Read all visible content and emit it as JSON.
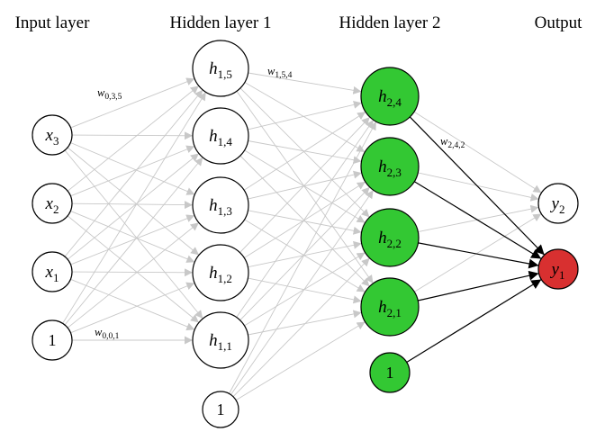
{
  "layer_titles": {
    "input": "Input layer",
    "hidden1": "Hidden layer 1",
    "hidden2": "Hidden layer 2",
    "output": "Output"
  },
  "nodes": {
    "input": [
      {
        "var": "x",
        "sub": "3"
      },
      {
        "var": "x",
        "sub": "2"
      },
      {
        "var": "x",
        "sub": "1"
      },
      {
        "var": "",
        "sub": "",
        "const": "1"
      }
    ],
    "hidden1": [
      {
        "var": "h",
        "sub": "1,5"
      },
      {
        "var": "h",
        "sub": "1,4"
      },
      {
        "var": "h",
        "sub": "1,3"
      },
      {
        "var": "h",
        "sub": "1,2"
      },
      {
        "var": "h",
        "sub": "1,1"
      },
      {
        "var": "",
        "sub": "",
        "const": "1"
      }
    ],
    "hidden2": [
      {
        "var": "h",
        "sub": "2,4"
      },
      {
        "var": "h",
        "sub": "2,3"
      },
      {
        "var": "h",
        "sub": "2,2"
      },
      {
        "var": "h",
        "sub": "2,1"
      },
      {
        "var": "",
        "sub": "",
        "const": "1"
      }
    ],
    "output": [
      {
        "var": "y",
        "sub": "2"
      },
      {
        "var": "y",
        "sub": "1"
      }
    ]
  },
  "weight_labels": [
    {
      "var": "w",
      "sub": "0,3,5"
    },
    {
      "var": "w",
      "sub": "0,0,1"
    },
    {
      "var": "w",
      "sub": "1,5,4"
    },
    {
      "var": "w",
      "sub": "2,4,2"
    }
  ],
  "colors": {
    "hidden2_fill": "#33c833",
    "output_highlight_fill": "#d83030",
    "default_fill": "#ffffff",
    "faint_edge": "#c8c8c8",
    "strong_edge": "#000000"
  }
}
